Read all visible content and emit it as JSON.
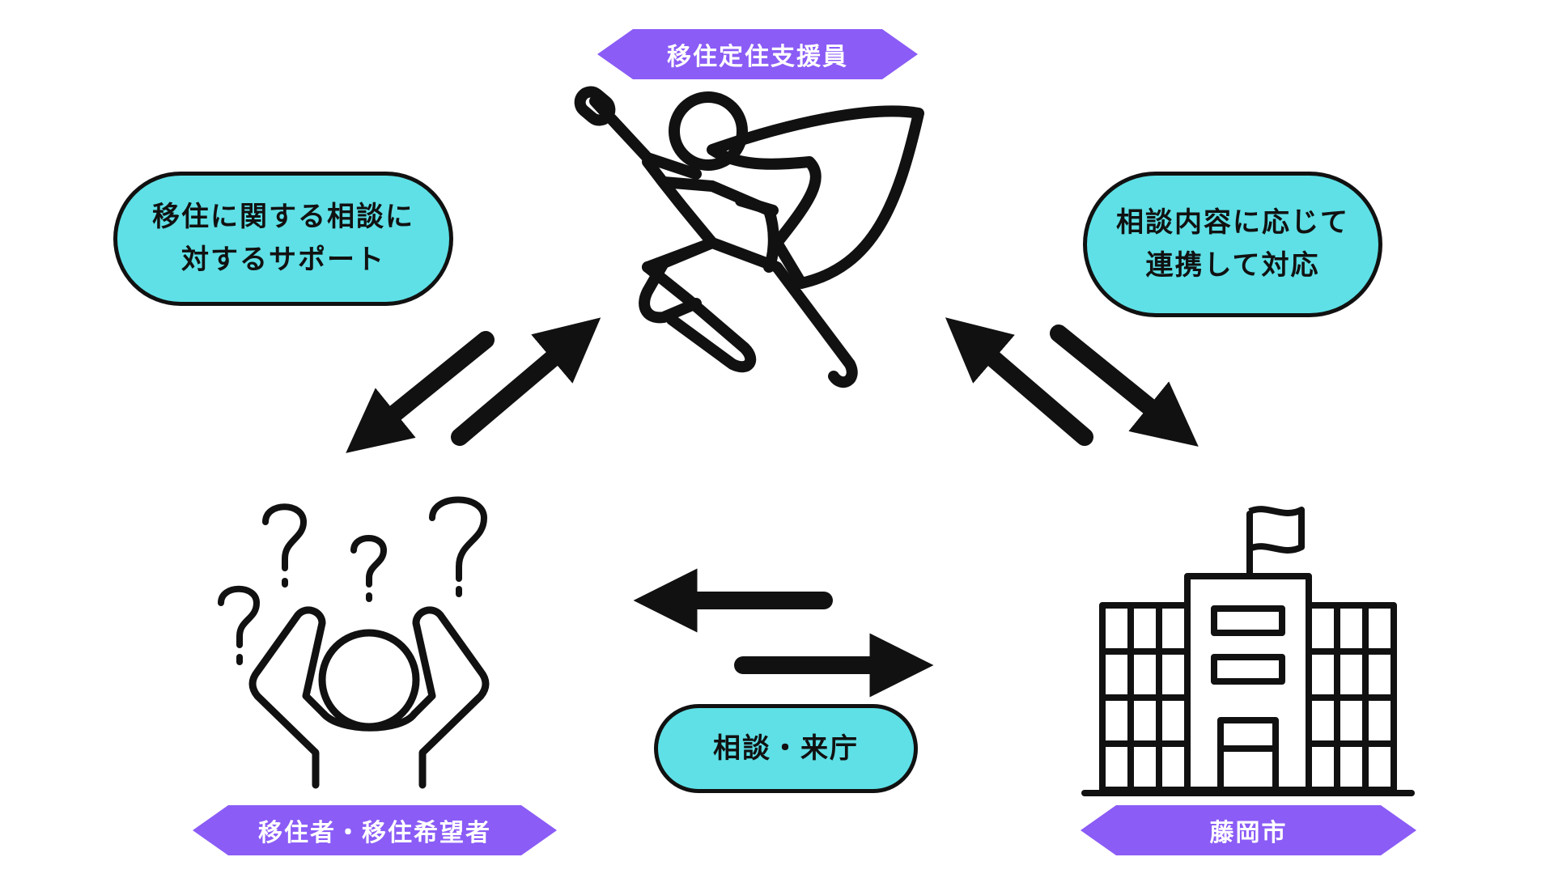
{
  "colors": {
    "tag": "#8b5cf6",
    "bubble": "#5ee0e6",
    "ink": "#111111"
  },
  "top_tag": "移住定住支援員",
  "left_bubble": {
    "line1": "移住に関する相談に",
    "line2": "対するサポート"
  },
  "right_bubble": {
    "line1": "相談内容に応じて",
    "line2": "連携して対応"
  },
  "center_bubble": "相談・来庁",
  "bottom_left_tag": "移住者・移住希望者",
  "bottom_right_tag": "藤岡市",
  "icons": [
    "superhero-icon",
    "confused-person-icon",
    "city-hall-icon",
    "question-mark-icon",
    "double-arrow-icon"
  ]
}
